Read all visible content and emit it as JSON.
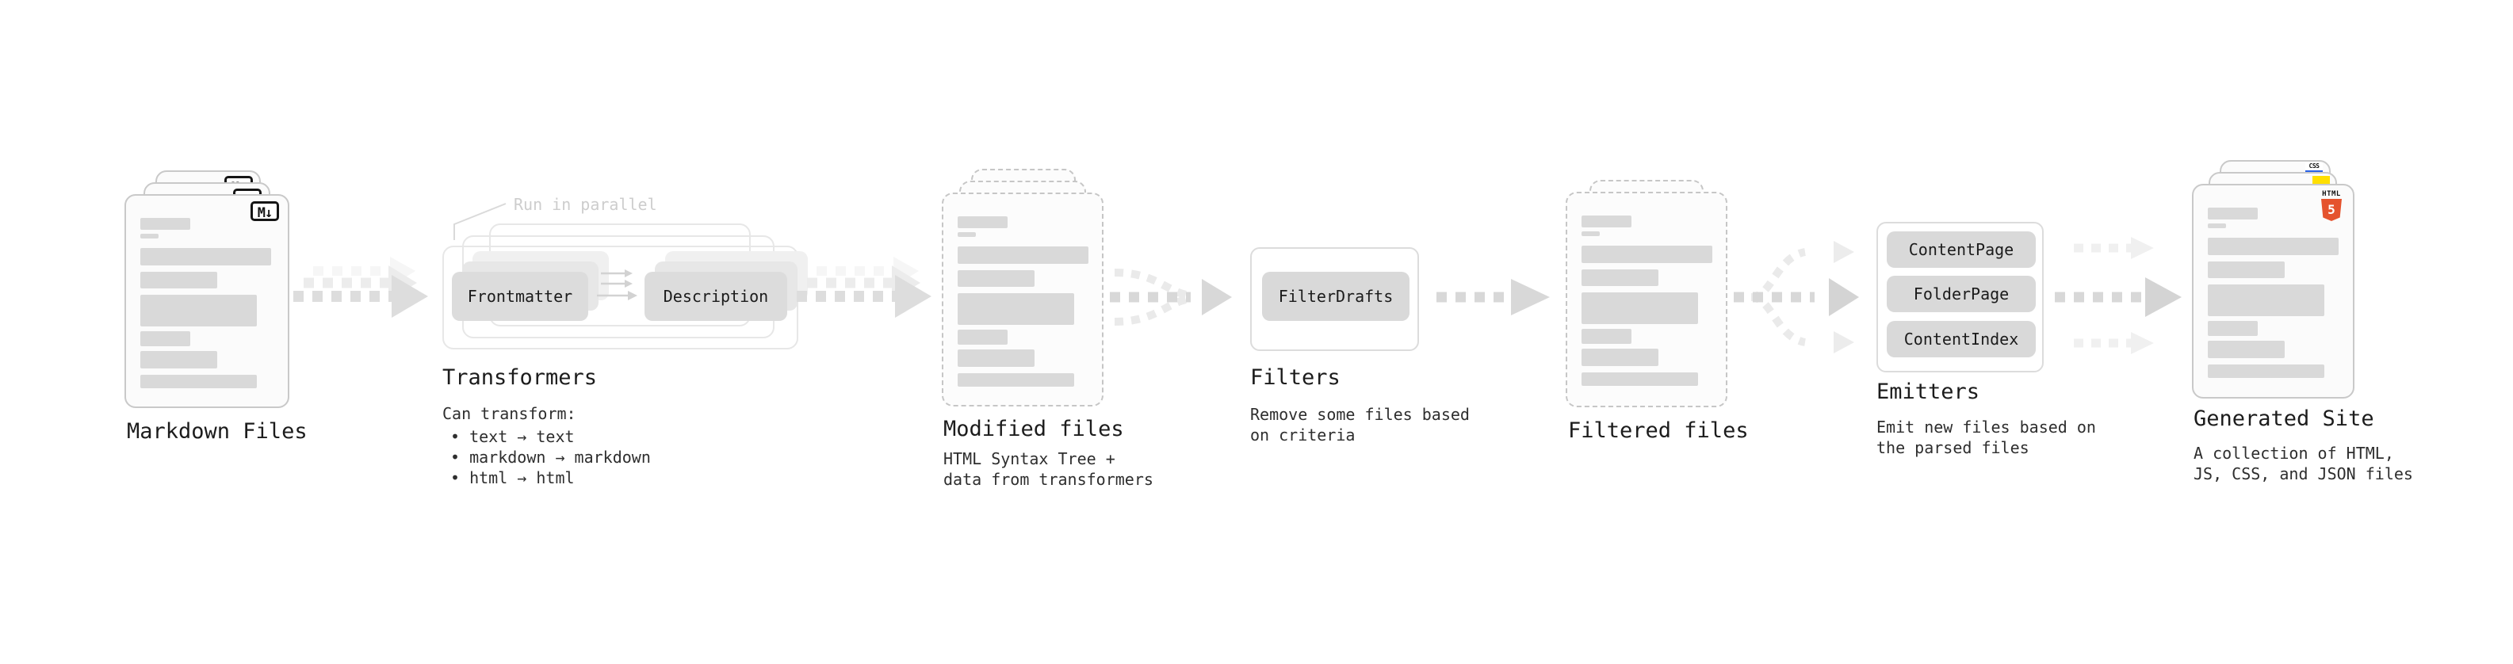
{
  "diagram": {
    "markdown": {
      "label": "Markdown Files",
      "badge": "M↓"
    },
    "transformers": {
      "heading": "Transformers",
      "note": "Run in parallel",
      "frontmatter_box": "Frontmatter",
      "description_box": "Description",
      "intro": "Can transform:",
      "bullets": [
        "• text → text",
        "• markdown → markdown",
        "• html → html"
      ]
    },
    "modified": {
      "heading": "Modified files",
      "desc1": "HTML Syntax Tree +",
      "desc2": "data from transformers"
    },
    "filters": {
      "heading": "Filters",
      "box": "FilterDrafts",
      "desc1": "Remove some files based",
      "desc2": "on criteria"
    },
    "filtered": {
      "heading": "Filtered files"
    },
    "emitters": {
      "heading": "Emitters",
      "boxes": [
        "ContentPage",
        "FolderPage",
        "ContentIndex"
      ],
      "desc1": "Emit new files based on",
      "desc2": "the parsed files"
    },
    "generated": {
      "heading": "Generated Site",
      "desc1": "A collection of HTML,",
      "desc2": "JS, CSS, and JSON files",
      "html_badge": "HTML",
      "html_number": "5",
      "css_badge": "CSS"
    }
  },
  "colors": {
    "html5_orange": "#e5532e",
    "js_yellow": "#ffdf00",
    "css_blue": "#2760e5",
    "bar_gray": "#d9d9d9",
    "arrow_gray": "#dcdcdc"
  }
}
